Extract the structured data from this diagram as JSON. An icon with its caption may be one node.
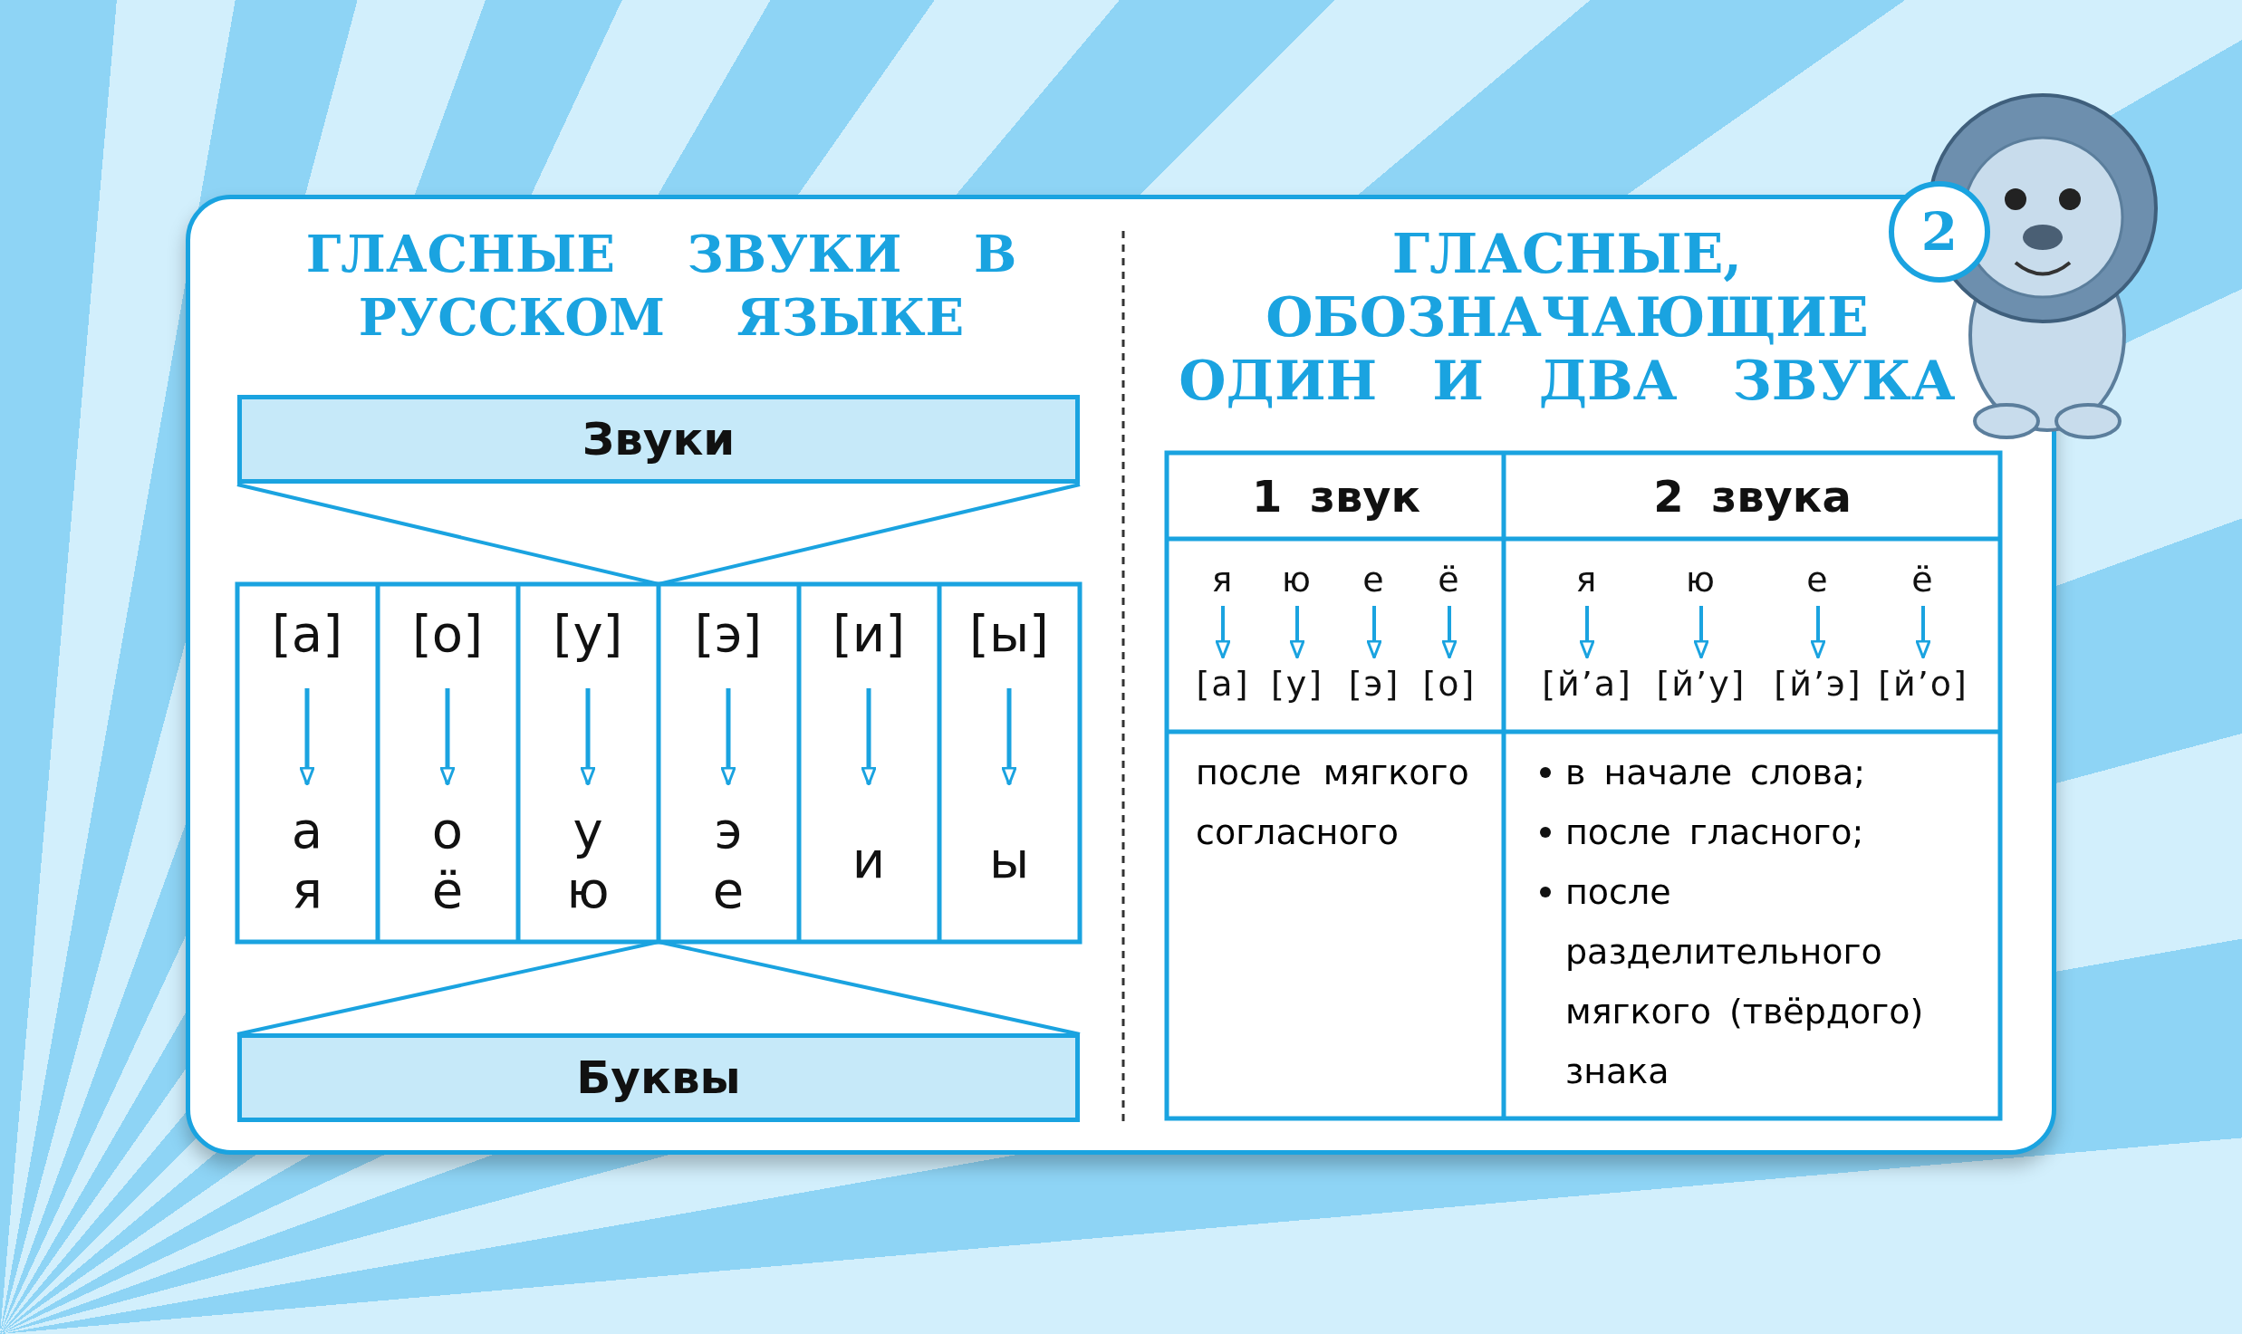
{
  "diagram": {
    "title": "ГЛАСНЫЕ ЗВУКИ В РУССКОМ ЯЗЫКЕ",
    "nodes": [
      {
        "text": [
          "Звуки"
        ]
      },
      {
        "text": [
          "[а]"
        ]
      },
      {
        "text": [
          "[о]"
        ]
      },
      {
        "text": [
          "[у]"
        ]
      },
      {
        "text": [
          "[э]"
        ]
      },
      {
        "text": [
          "[и]"
        ]
      },
      {
        "text": [
          "[ы]"
        ]
      },
      {
        "text": [
          "а я"
        ]
      },
      {
        "text": [
          "о ё"
        ]
      },
      {
        "text": [
          "у ю"
        ]
      },
      {
        "text": [
          "э е"
        ]
      },
      {
        "text": [
          "и"
        ]
      },
      {
        "text": [
          "ы"
        ]
      },
      {
        "text": [
          "Буквы"
        ]
      },
      {
        "text": [
          "я"
        ]
      },
      {
        "text": [
          "ю"
        ]
      },
      {
        "text": [
          "е"
        ]
      },
      {
        "text": [
          "ё"
        ]
      },
      {
        "text": [
          "[а]"
        ]
      },
      {
        "text": [
          "[у]"
        ]
      },
      {
        "text": [
          "[э]"
        ]
      },
      {
        "text": [
          "[о]"
        ]
      },
      {
        "text": [
          "я"
        ]
      },
      {
        "text": [
          "ю"
        ]
      },
      {
        "text": [
          "е"
        ]
      },
      {
        "text": [
          "ё"
        ]
      },
      {
        "text": [
          "[й’а]"
        ]
      },
      {
        "text": [
          "[й’у]"
        ]
      },
      {
        "text": [
          "[й’э]"
        ]
      },
      {
        "text": [
          "[й’о]"
        ]
      }
    ],
    "edges": [
      {
        "from": 1,
        "to": 7,
        "arrow": "to"
      },
      {
        "from": 2,
        "to": 8,
        "arrow": "to"
      },
      {
        "from": 3,
        "to": 9,
        "arrow": "to"
      },
      {
        "from": 4,
        "to": 10,
        "arrow": "to"
      },
      {
        "from": 5,
        "to": 11,
        "arrow": "to"
      },
      {
        "from": 6,
        "to": 12,
        "arrow": "to"
      },
      {
        "from": 14,
        "to": 18,
        "arrow": "to"
      },
      {
        "from": 15,
        "to": 19,
        "arrow": "to"
      },
      {
        "from": 16,
        "to": 20,
        "arrow": "to"
      },
      {
        "from": 17,
        "to": 21,
        "arrow": "to"
      },
      {
        "from": 22,
        "to": 26,
        "arrow": "to"
      },
      {
        "from": 23,
        "to": 27,
        "arrow": "to"
      },
      {
        "from": 24,
        "to": 28,
        "arrow": "to"
      },
      {
        "from": 25,
        "to": 29,
        "arrow": "to"
      }
    ],
    "labels": [
      "ГЛАСНЫЕ, ОБОЗНАЧАЮЩИЕ ОДИН И ДВА ЗВУКА",
      "2",
      "1 звук",
      "2 звука",
      "после мягкого согласного",
      "в начале слова;",
      "после гласного;",
      "после разделительного мягкого (твёрдого) знака"
    ]
  }
}
